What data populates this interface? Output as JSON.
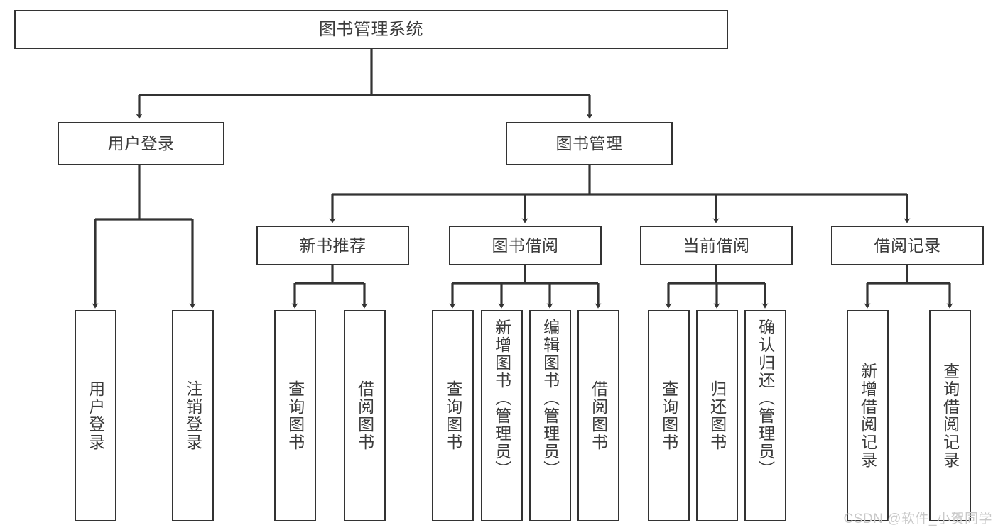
{
  "diagram": {
    "type": "tree-hierarchy-diagram",
    "title": "图书管理系统",
    "colors": {
      "node_border": "#333333",
      "node_fill": "#ffffff",
      "edge": "#333333",
      "text": "#3b3b3b",
      "background": "#ffffff",
      "watermark": "#c9c9c9"
    },
    "nodes": {
      "root": {
        "id": "root",
        "label": "图书管理系统",
        "level": 0,
        "orientation": "horizontal"
      },
      "level1": [
        {
          "id": "user-login",
          "label": "用户登录",
          "level": 1,
          "orientation": "horizontal"
        },
        {
          "id": "book-management",
          "label": "图书管理",
          "level": 1,
          "orientation": "horizontal"
        }
      ],
      "level2": [
        {
          "id": "new-book-recommend",
          "label": "新书推荐",
          "level": 2,
          "orientation": "horizontal",
          "parent": "book-management"
        },
        {
          "id": "book-borrow",
          "label": "图书借阅",
          "level": 2,
          "orientation": "horizontal",
          "parent": "book-management"
        },
        {
          "id": "current-borrow",
          "label": "当前借阅",
          "level": 2,
          "orientation": "horizontal",
          "parent": "book-management"
        },
        {
          "id": "borrow-record",
          "label": "借阅记录",
          "level": 2,
          "orientation": "horizontal",
          "parent": "book-management"
        }
      ],
      "leaves": [
        {
          "id": "leaf-user-login",
          "label": "用户登录",
          "parent": "user-login",
          "orientation": "vertical"
        },
        {
          "id": "leaf-logout-login",
          "label": "注销登录",
          "parent": "user-login",
          "orientation": "vertical"
        },
        {
          "id": "leaf-query-book-1",
          "label": "查询图书",
          "parent": "new-book-recommend",
          "orientation": "vertical"
        },
        {
          "id": "leaf-borrow-book-1",
          "label": "借阅图书",
          "parent": "new-book-recommend",
          "orientation": "vertical"
        },
        {
          "id": "leaf-query-book-2",
          "label": "查询图书",
          "parent": "book-borrow",
          "orientation": "vertical"
        },
        {
          "id": "leaf-add-book-admin",
          "label": "新增图书（管理员）",
          "parent": "book-borrow",
          "orientation": "vertical"
        },
        {
          "id": "leaf-edit-book-admin",
          "label": "编辑图书（管理员）",
          "parent": "book-borrow",
          "orientation": "vertical"
        },
        {
          "id": "leaf-borrow-book-2",
          "label": "借阅图书",
          "parent": "book-borrow",
          "orientation": "vertical"
        },
        {
          "id": "leaf-query-book-3",
          "label": "查询图书",
          "parent": "current-borrow",
          "orientation": "vertical"
        },
        {
          "id": "leaf-return-book",
          "label": "归还图书",
          "parent": "current-borrow",
          "orientation": "vertical"
        },
        {
          "id": "leaf-confirm-return-admin",
          "label": "确认归还（管理员）",
          "parent": "current-borrow",
          "orientation": "vertical"
        },
        {
          "id": "leaf-add-borrow-record",
          "label": "新增借阅记录",
          "parent": "borrow-record",
          "orientation": "vertical"
        },
        {
          "id": "leaf-query-borrow-record",
          "label": "查询借阅记录",
          "parent": "borrow-record",
          "orientation": "vertical"
        }
      ]
    },
    "watermark": "CSDN @软件_小贺同学"
  }
}
